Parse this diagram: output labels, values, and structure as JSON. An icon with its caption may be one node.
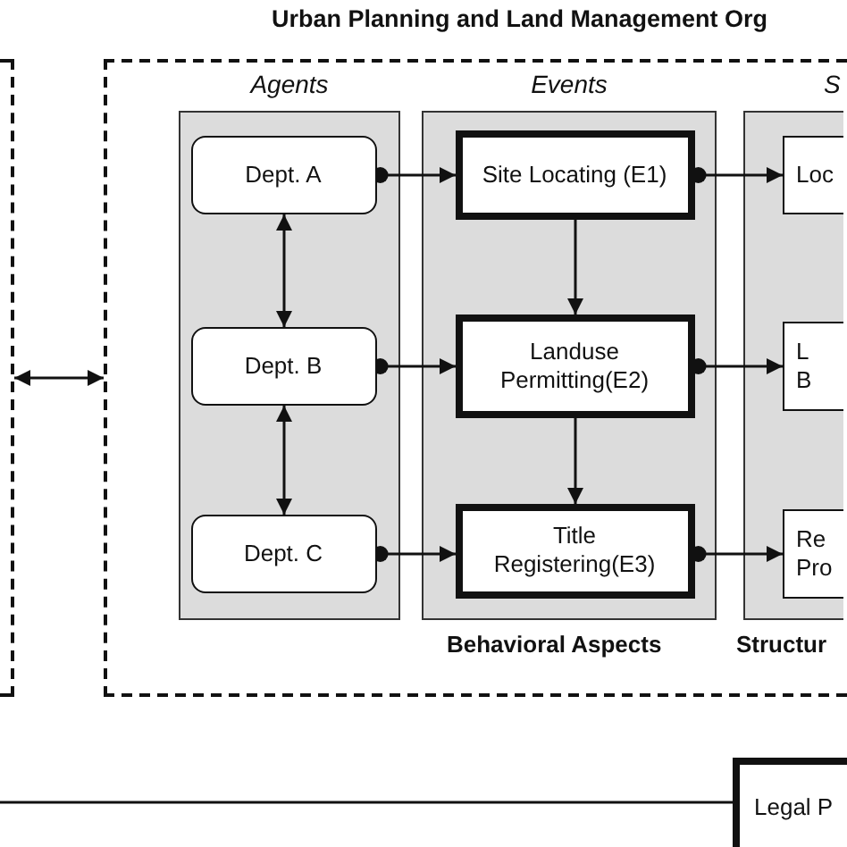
{
  "diagram": {
    "nodes": [
      {
        "text": [],
        "shape": "box"
      },
      {
        "text": [
          "Urban Planning and Land Management Org",
          "Behavioral Aspects",
          "Structur"
        ]
      },
      {
        "text": [
          "Agents"
        ],
        "in": 1
      },
      {
        "text": [
          "Dept. A"
        ],
        "in": 2
      },
      {
        "text": [
          "Dept. B"
        ],
        "in": 2
      },
      {
        "text": [
          "Dept. C"
        ],
        "in": 2
      },
      {
        "text": [
          "Events"
        ],
        "in": 1
      },
      {
        "text": [
          "Site Locating (E1)"
        ],
        "in": 6
      },
      {
        "text": [
          "Landuse Permitting(E2)"
        ],
        "in": 6
      },
      {
        "text": [
          "Title Registering(E3)"
        ],
        "in": 6
      },
      {
        "text": [
          "S"
        ],
        "in": 1
      },
      {
        "text": [
          "Loc"
        ],
        "in": 10
      },
      {
        "text": [
          "L B"
        ],
        "in": 10
      },
      {
        "text": [
          "Re Pro"
        ],
        "in": 10
      },
      {
        "text": [
          "Legal P"
        ]
      }
    ],
    "edges": [
      {
        "from": 0,
        "to": 1,
        "arrow": "both"
      },
      {
        "from": 3,
        "to": 7,
        "arrow": "to"
      },
      {
        "from": 3,
        "to": 4,
        "arrow": "both"
      },
      {
        "from": 4,
        "to": 5,
        "arrow": "both"
      },
      {
        "from": 4,
        "to": 8,
        "arrow": "to"
      },
      {
        "from": 5,
        "to": 9,
        "arrow": "to"
      },
      {
        "from": 7,
        "to": 8,
        "arrow": "to"
      },
      {
        "from": 8,
        "to": 9,
        "arrow": "to"
      },
      {
        "from": 7,
        "to": 11,
        "arrow": "to"
      },
      {
        "from": 8,
        "to": 12,
        "arrow": "to"
      },
      {
        "from": 9,
        "to": 13,
        "arrow": "to"
      },
      {
        "from": null,
        "to": 14,
        "arrow": "none"
      }
    ]
  }
}
